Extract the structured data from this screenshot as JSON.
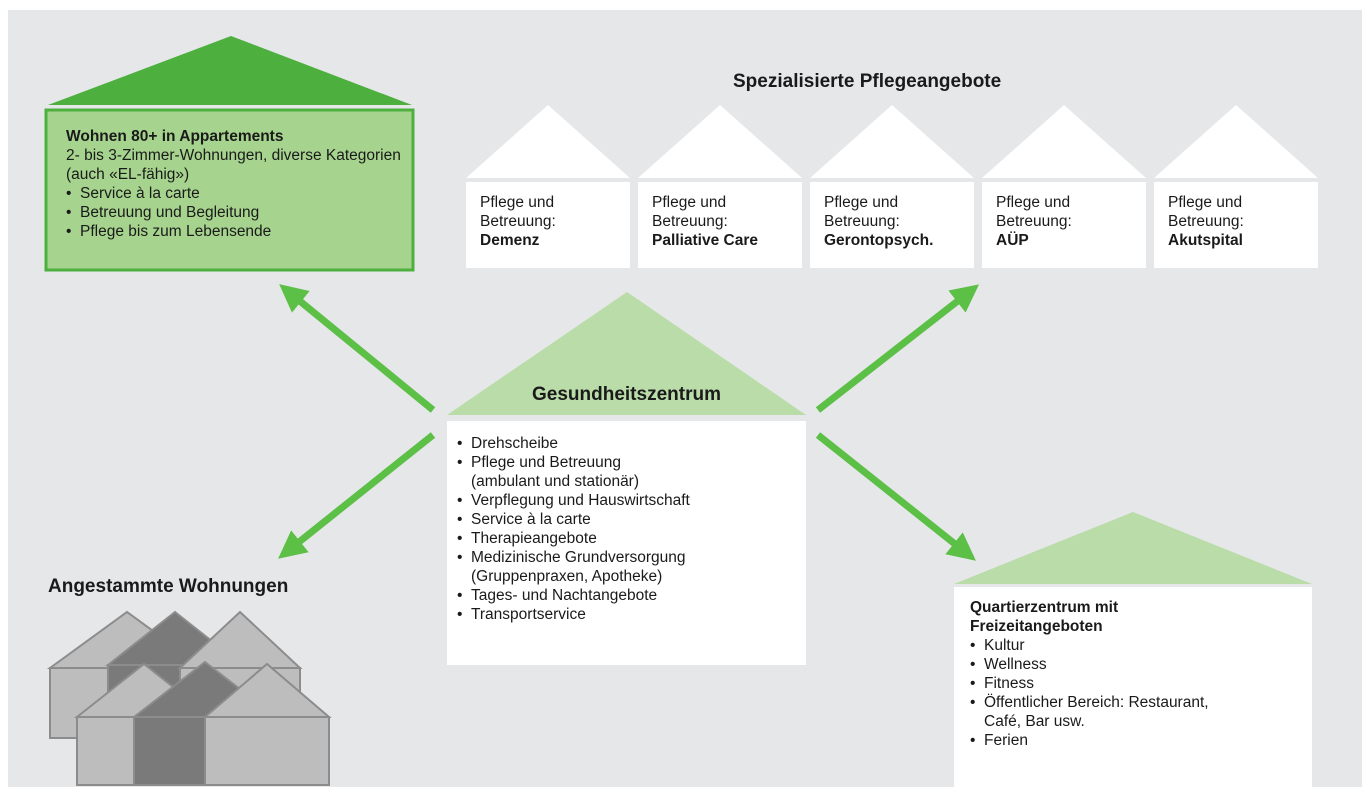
{
  "colors": {
    "background": "#e6e7e9",
    "dark_green": "#4caf3e",
    "light_green": "#b9dca8",
    "green_panel": "#a6d48e",
    "arrow_green": "#5cbf46",
    "house_grey_light": "#bdbdbd",
    "house_grey_dark": "#7a7a7a"
  },
  "wohnen": {
    "title": "Wohnen 80+ in Appartements",
    "subtitle": "2- bis 3-Zimmer-Wohnungen, diverse Kategorien (auch «EL-fähig»)",
    "items": [
      "Service à la carte",
      "Betreuung und Begleitung",
      "Pflege bis zum Lebensende"
    ]
  },
  "special_care": {
    "title": "Spezialisierte Pflegeangebote",
    "cards": [
      {
        "line1": "Pflege und",
        "line2": "Betreuung:",
        "focus": "Demenz"
      },
      {
        "line1": "Pflege und",
        "line2": "Betreuung:",
        "focus": "Palliative Care"
      },
      {
        "line1": "Pflege und",
        "line2": "Betreuung:",
        "focus": "Gerontopsych."
      },
      {
        "line1": "Pflege und",
        "line2": "Betreuung:",
        "focus": "AÜP"
      },
      {
        "line1": "Pflege und",
        "line2": "Betreuung:",
        "focus": "Akutspital"
      }
    ]
  },
  "center": {
    "title": "Gesundheitszentrum",
    "items": [
      "Drehscheibe",
      "Pflege und Betreuung",
      "(ambulant und stationär)",
      "Verpflegung und Hauswirtschaft",
      "Service à la carte",
      "Therapieangebote",
      "Medizinische Grundversorgung",
      "(Gruppenpraxen, Apotheke)",
      "Tages- und Nachtangebote",
      "Transportservice"
    ]
  },
  "existing": {
    "title": "Angestammte Wohnungen"
  },
  "quartier": {
    "title_line1": "Quartierzentrum mit",
    "title_line2": "Freizeitangeboten",
    "items": [
      "Kultur",
      "Wellness",
      "Fitness",
      "Öffentlicher Bereich: Restaurant,",
      "Café, Bar usw.",
      "Ferien"
    ]
  }
}
